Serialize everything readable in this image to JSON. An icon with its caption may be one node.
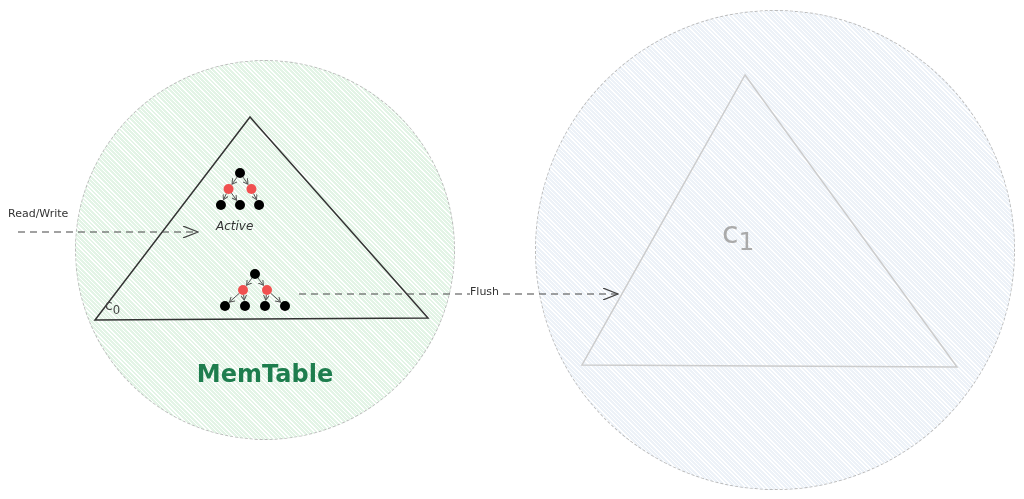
{
  "diagram": {
    "nodes": [
      {
        "text": [
          "MemTable"
        ]
      },
      {
        "text": [
          "c$_{0}$"
        ],
        "in": 0
      },
      {
        "text": [],
        "shape": "picture",
        "beside": [
          "Active"
        ],
        "in": 1
      },
      {
        "text": [],
        "shape": "picture",
        "in": 1
      },
      {
        "text": [],
        "shape": "circle"
      },
      {
        "text": [
          "c$_{1}$"
        ],
        "in": 4
      }
    ],
    "edges": [
      {
        "from": null,
        "to": 2,
        "arrow": "to",
        "label": "Read/Write",
        "style": "dashed"
      },
      {
        "from": 3,
        "to": 5,
        "arrow": "to",
        "label": "Flush",
        "style": "dashed"
      }
    ]
  }
}
